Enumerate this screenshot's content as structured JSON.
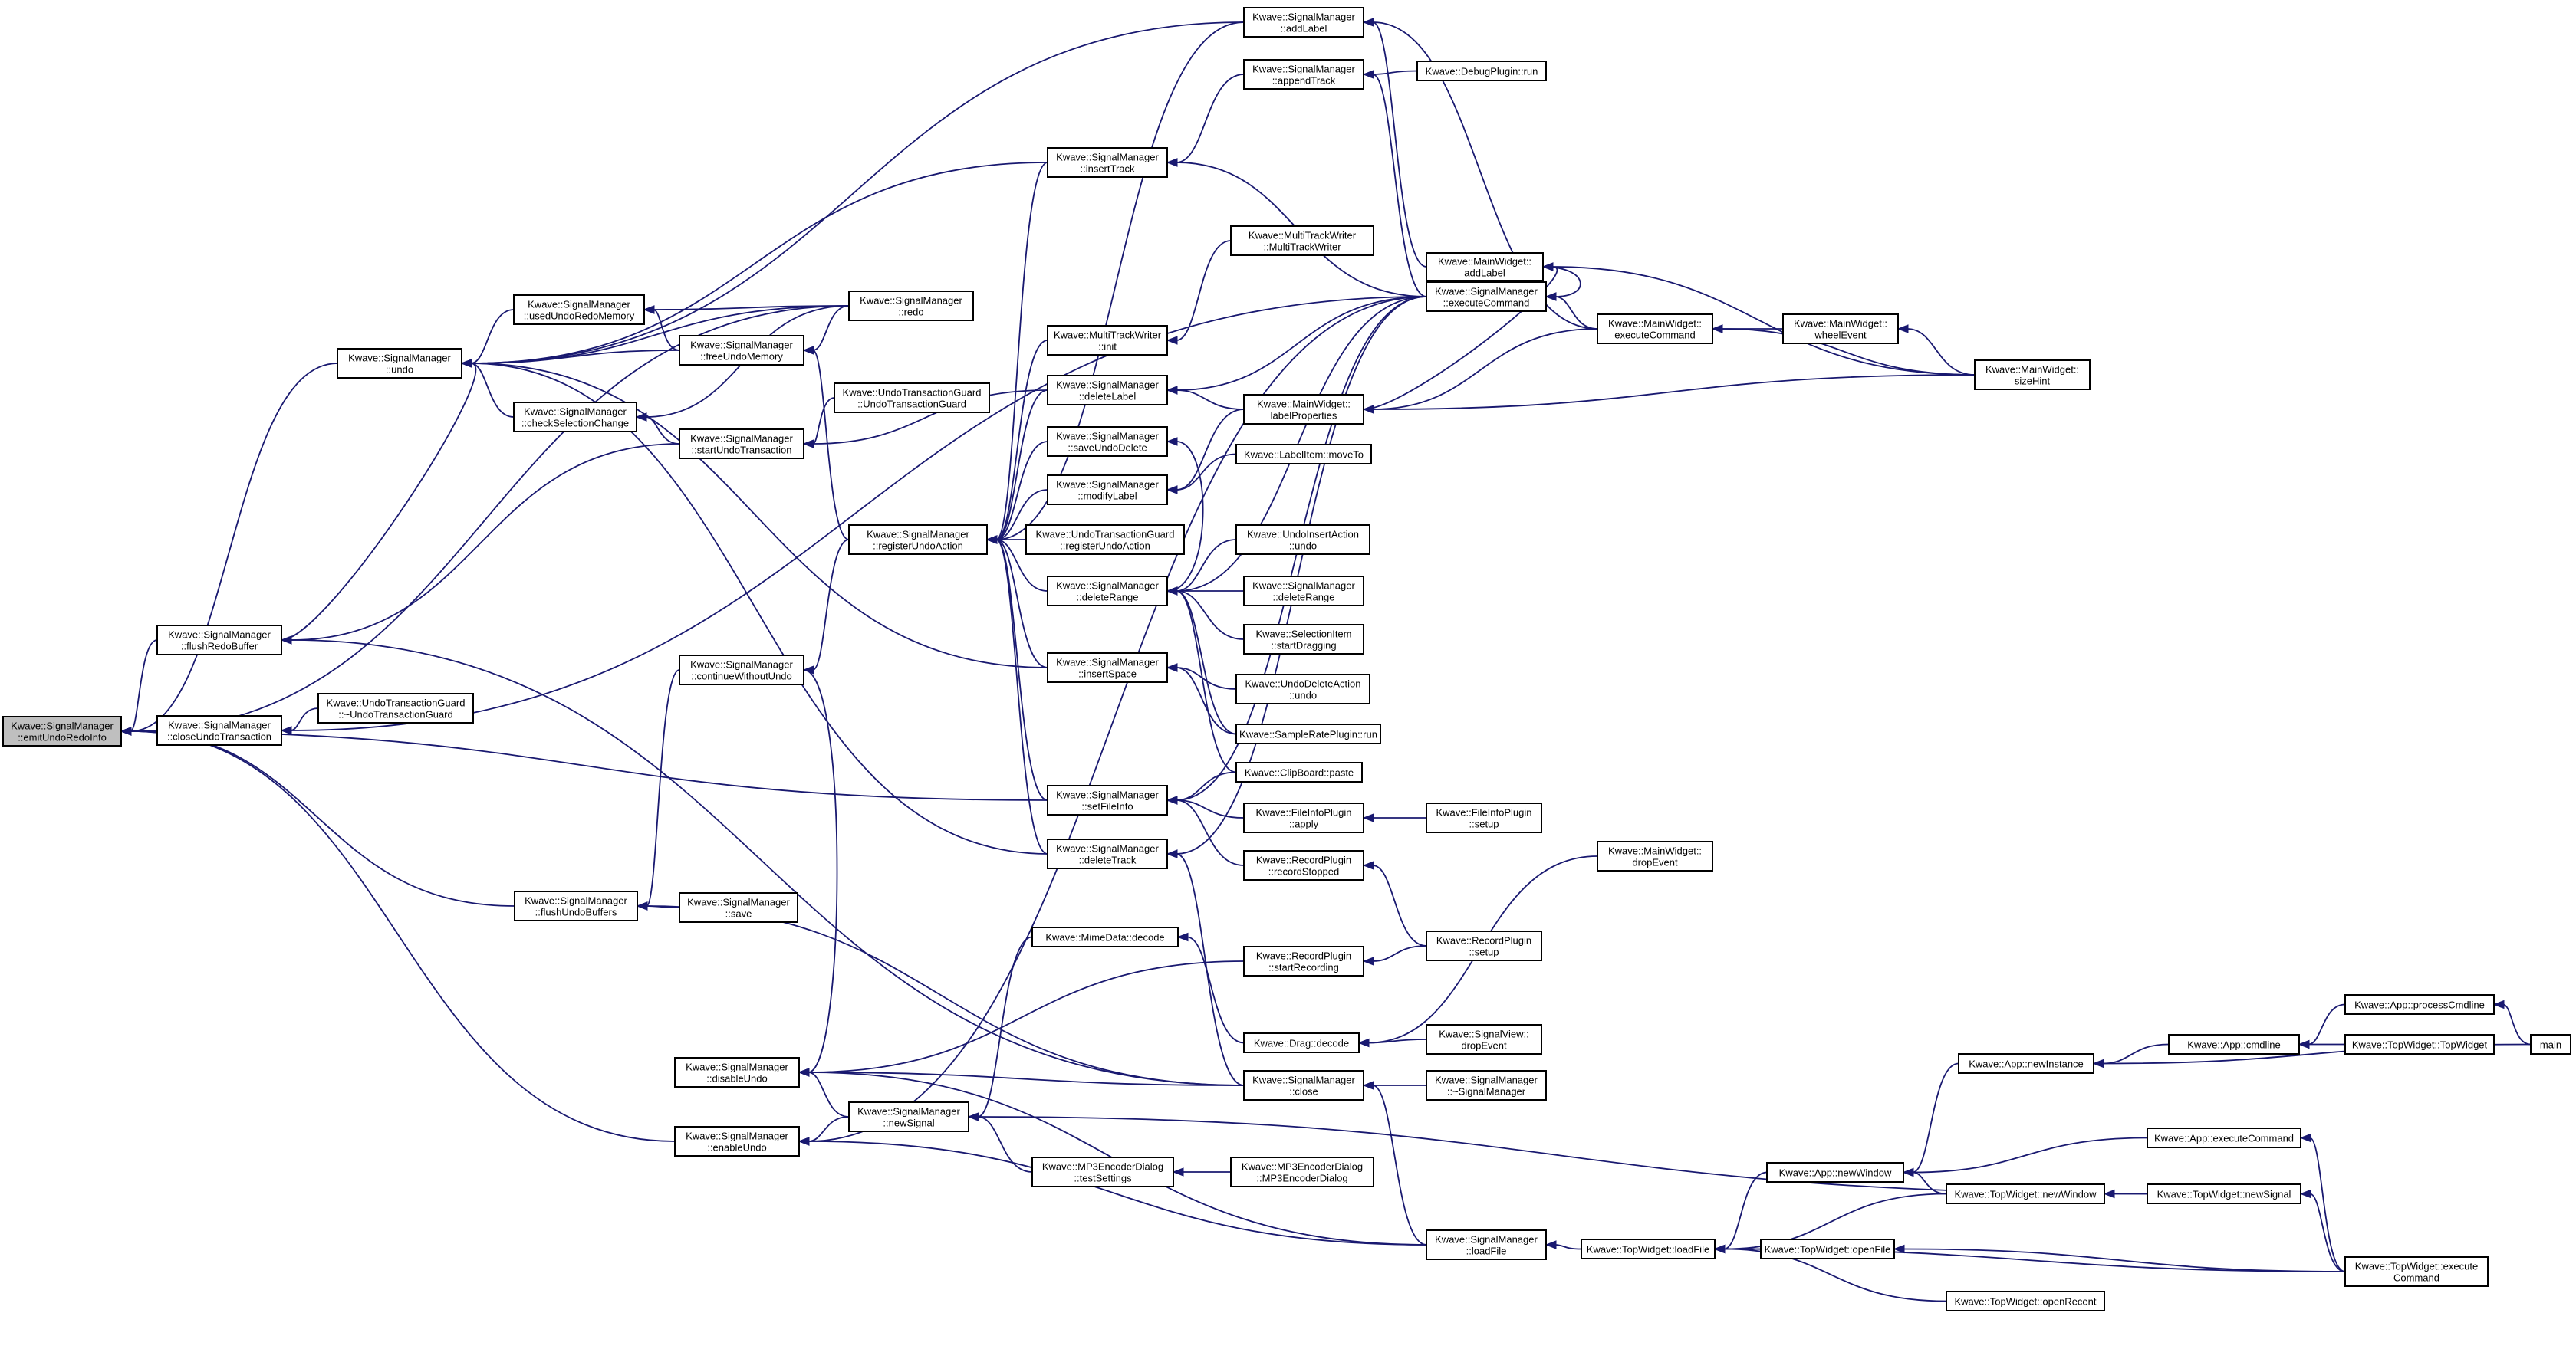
{
  "graph": {
    "edge_color": "#191970",
    "focus_fill": "#bfbfbf",
    "node_fill": "#ffffff",
    "arrow_direction": "caller-to-callee (arrowhead at callee)",
    "nodes": {
      "emit": {
        "lines": [
          "Kwave::SignalManager",
          "::emitUndoRedoInfo"
        ],
        "focus": true
      },
      "undo": {
        "lines": [
          "Kwave::SignalManager",
          "::undo"
        ]
      },
      "flushRedo": {
        "lines": [
          "Kwave::SignalManager",
          "::flushRedoBuffer"
        ]
      },
      "closeUT": {
        "lines": [
          "Kwave::SignalManager",
          "::closeUndoTransaction"
        ]
      },
      "flushUndo": {
        "lines": [
          "Kwave::SignalManager",
          "::flushUndoBuffers"
        ]
      },
      "disableUndo": {
        "lines": [
          "Kwave::SignalManager",
          "::disableUndo"
        ]
      },
      "enableUndo": {
        "lines": [
          "Kwave::SignalManager",
          "::enableUndo"
        ]
      },
      "usedURM": {
        "lines": [
          "Kwave::SignalManager",
          "::usedUndoRedoMemory"
        ]
      },
      "freeUM": {
        "lines": [
          "Kwave::SignalManager",
          "::freeUndoMemory"
        ]
      },
      "checkSel": {
        "lines": [
          "Kwave::SignalManager",
          "::checkSelectionChange"
        ]
      },
      "startUT": {
        "lines": [
          "Kwave::SignalManager",
          "::startUndoTransaction"
        ]
      },
      "contWU": {
        "lines": [
          "Kwave::SignalManager",
          "::continueWithoutUndo"
        ]
      },
      "utgDtor": {
        "lines": [
          "Kwave::UndoTransactionGuard",
          "::~UndoTransactionGuard"
        ]
      },
      "smSave": {
        "lines": [
          "Kwave::SignalManager",
          "::save"
        ]
      },
      "newSignal": {
        "lines": [
          "Kwave::SignalManager",
          "::newSignal"
        ]
      },
      "redo": {
        "lines": [
          "Kwave::SignalManager",
          "::redo"
        ]
      },
      "regUA": {
        "lines": [
          "Kwave::SignalManager",
          "::registerUndoAction"
        ]
      },
      "insertTrack": {
        "lines": [
          "Kwave::SignalManager",
          "::insertTrack"
        ]
      },
      "mtwInit": {
        "lines": [
          "Kwave::MultiTrackWriter",
          "::init"
        ]
      },
      "utgCtor": {
        "lines": [
          "Kwave::UndoTransactionGuard",
          "::UndoTransactionGuard"
        ]
      },
      "deleteLabel": {
        "lines": [
          "Kwave::SignalManager",
          "::deleteLabel"
        ]
      },
      "saveUD": {
        "lines": [
          "Kwave::SignalManager",
          "::saveUndoDelete"
        ]
      },
      "modifyLabel": {
        "lines": [
          "Kwave::SignalManager",
          "::modifyLabel"
        ]
      },
      "utgReg": {
        "lines": [
          "Kwave::UndoTransactionGuard",
          "::registerUndoAction"
        ]
      },
      "deleteRange": {
        "lines": [
          "Kwave::SignalManager",
          "::deleteRange"
        ]
      },
      "insertSpace": {
        "lines": [
          "Kwave::SignalManager",
          "::insertSpace"
        ]
      },
      "setFileInfo": {
        "lines": [
          "Kwave::SignalManager",
          "::setFileInfo"
        ]
      },
      "deleteTrack": {
        "lines": [
          "Kwave::SignalManager",
          "::deleteTrack"
        ]
      },
      "mimeDecode": {
        "lines": [
          "Kwave::MimeData::decode"
        ]
      },
      "mp3Test": {
        "lines": [
          "Kwave::MP3EncoderDialog",
          "::testSettings"
        ]
      },
      "addLabel": {
        "lines": [
          "Kwave::SignalManager",
          "::addLabel"
        ]
      },
      "appendTrack": {
        "lines": [
          "Kwave::SignalManager",
          "::appendTrack"
        ]
      },
      "mtwCtor": {
        "lines": [
          "Kwave::MultiTrackWriter",
          "::MultiTrackWriter"
        ]
      },
      "mwLabelProps": {
        "lines": [
          "Kwave::MainWidget::",
          "labelProperties"
        ]
      },
      "labelMoveTo": {
        "lines": [
          "Kwave::LabelItem::moveTo"
        ]
      },
      "uiaUndo": {
        "lines": [
          "Kwave::UndoInsertAction",
          "::undo"
        ]
      },
      "smDeleteRange2": {
        "lines": [
          "Kwave::SignalManager",
          "::deleteRange"
        ]
      },
      "selStartDrag": {
        "lines": [
          "Kwave::SelectionItem",
          "::startDragging"
        ]
      },
      "udaUndo": {
        "lines": [
          "Kwave::UndoDeleteAction",
          "::undo"
        ]
      },
      "srpRun": {
        "lines": [
          "Kwave::SampleRatePlugin::run"
        ]
      },
      "cbPaste": {
        "lines": [
          "Kwave::ClipBoard::paste"
        ]
      },
      "fipApply": {
        "lines": [
          "Kwave::FileInfoPlugin",
          "::apply"
        ]
      },
      "rpStopped": {
        "lines": [
          "Kwave::RecordPlugin",
          "::recordStopped"
        ]
      },
      "rpStart": {
        "lines": [
          "Kwave::RecordPlugin",
          "::startRecording"
        ]
      },
      "dragDecode": {
        "lines": [
          "Kwave::Drag::decode"
        ]
      },
      "smClose": {
        "lines": [
          "Kwave::SignalManager",
          "::close"
        ]
      },
      "mp3Ctor": {
        "lines": [
          "Kwave::MP3EncoderDialog",
          "::MP3EncoderDialog"
        ]
      },
      "dbgRun": {
        "lines": [
          "Kwave::DebugPlugin::run"
        ]
      },
      "mwAddLabel": {
        "lines": [
          "Kwave::MainWidget::",
          "addLabel"
        ]
      },
      "smExec": {
        "lines": [
          "Kwave::SignalManager",
          "::executeCommand"
        ]
      },
      "fipSetup": {
        "lines": [
          "Kwave::FileInfoPlugin",
          "::setup"
        ]
      },
      "rpSetup": {
        "lines": [
          "Kwave::RecordPlugin",
          "::setup"
        ]
      },
      "svDrop": {
        "lines": [
          "Kwave::SignalView::",
          "dropEvent"
        ]
      },
      "smDtor": {
        "lines": [
          "Kwave::SignalManager",
          "::~SignalManager"
        ]
      },
      "smLoadFile": {
        "lines": [
          "Kwave::SignalManager",
          "::loadFile"
        ]
      },
      "mwExec": {
        "lines": [
          "Kwave::MainWidget::",
          "executeCommand"
        ]
      },
      "mwDrop": {
        "lines": [
          "Kwave::MainWidget::",
          "dropEvent"
        ]
      },
      "tlLoadFile": {
        "lines": [
          "Kwave::TopWidget::loadFile"
        ]
      },
      "mwWheel": {
        "lines": [
          "Kwave::MainWidget::",
          "wheelEvent"
        ]
      },
      "mwSizeHint": {
        "lines": [
          "Kwave::MainWidget::",
          "sizeHint"
        ]
      },
      "appNewWin": {
        "lines": [
          "Kwave::App::newWindow"
        ]
      },
      "twOpenFile": {
        "lines": [
          "Kwave::TopWidget::openFile"
        ]
      },
      "appNewInst": {
        "lines": [
          "Kwave::App::newInstance"
        ]
      },
      "twNewWin": {
        "lines": [
          "Kwave::TopWidget::newWindow"
        ]
      },
      "twOpenRecent": {
        "lines": [
          "Kwave::TopWidget::openRecent"
        ]
      },
      "appCmdline": {
        "lines": [
          "Kwave::App::cmdline"
        ]
      },
      "appExec": {
        "lines": [
          "Kwave::App::executeCommand"
        ]
      },
      "twNewSignal": {
        "lines": [
          "Kwave::TopWidget::newSignal"
        ]
      },
      "appProcCmd": {
        "lines": [
          "Kwave::App::processCmdline"
        ]
      },
      "twCtor": {
        "lines": [
          "Kwave::TopWidget::TopWidget"
        ]
      },
      "twExec": {
        "lines": [
          "Kwave::TopWidget::execute",
          "Command"
        ]
      },
      "main": {
        "lines": [
          "main"
        ]
      }
    },
    "edges": [
      [
        "undo",
        "emit"
      ],
      [
        "flushRedo",
        "emit"
      ],
      [
        "closeUT",
        "emit"
      ],
      [
        "setFileInfo",
        "emit"
      ],
      [
        "flushUndo",
        "emit"
      ],
      [
        "enableUndo",
        "emit"
      ],
      [
        "redo",
        "emit"
      ],
      [
        "usedURM",
        "undo"
      ],
      [
        "freeUM",
        "undo"
      ],
      [
        "checkSel",
        "undo"
      ],
      [
        "flushRedo",
        "undo"
      ],
      [
        "redo",
        "undo"
      ],
      [
        "insertTrack",
        "undo"
      ],
      [
        "addLabel",
        "undo"
      ],
      [
        "insertSpace",
        "undo"
      ],
      [
        "deleteTrack",
        "undo"
      ],
      [
        "startUT",
        "flushRedo"
      ],
      [
        "smClose",
        "flushRedo"
      ],
      [
        "utgDtor",
        "closeUT"
      ],
      [
        "smExec",
        "closeUT"
      ],
      [
        "smSave",
        "flushUndo"
      ],
      [
        "smClose",
        "flushUndo"
      ],
      [
        "newSignal",
        "disableUndo"
      ],
      [
        "smClose",
        "disableUndo"
      ],
      [
        "smLoadFile",
        "disableUndo"
      ],
      [
        "rpStart",
        "disableUndo"
      ],
      [
        "newSignal",
        "enableUndo"
      ],
      [
        "smLoadFile",
        "enableUndo"
      ],
      [
        "smExec",
        "enableUndo"
      ],
      [
        "freeUM",
        "usedURM"
      ],
      [
        "redo",
        "usedURM"
      ],
      [
        "regUA",
        "freeUM"
      ],
      [
        "redo",
        "freeUM"
      ],
      [
        "startUT",
        "checkSel"
      ],
      [
        "redo",
        "checkSel"
      ],
      [
        "utgCtor",
        "startUT"
      ],
      [
        "deleteLabel",
        "startUT"
      ],
      [
        "contWU",
        "flushUndo"
      ],
      [
        "contWU",
        "disableUndo"
      ],
      [
        "regUA",
        "contWU"
      ],
      [
        "mimeDecode",
        "newSignal"
      ],
      [
        "mp3Test",
        "newSignal"
      ],
      [
        "twNewSignal",
        "newSignal"
      ],
      [
        "insertTrack",
        "regUA"
      ],
      [
        "mtwInit",
        "regUA"
      ],
      [
        "deleteLabel",
        "regUA"
      ],
      [
        "saveUD",
        "regUA"
      ],
      [
        "modifyLabel",
        "regUA"
      ],
      [
        "utgReg",
        "regUA"
      ],
      [
        "deleteRange",
        "regUA"
      ],
      [
        "insertSpace",
        "regUA"
      ],
      [
        "setFileInfo",
        "regUA"
      ],
      [
        "deleteTrack",
        "regUA"
      ],
      [
        "addLabel",
        "regUA"
      ],
      [
        "mtwCtor",
        "mtwInit"
      ],
      [
        "appendTrack",
        "insertTrack"
      ],
      [
        "smExec",
        "insertTrack"
      ],
      [
        "dbgRun",
        "appendTrack"
      ],
      [
        "smExec",
        "appendTrack"
      ],
      [
        "mwAddLabel",
        "addLabel"
      ],
      [
        "mwExec",
        "addLabel"
      ],
      [
        "mwLabelProps",
        "deleteLabel"
      ],
      [
        "smExec",
        "deleteLabel"
      ],
      [
        "deleteRange",
        "saveUD"
      ],
      [
        "mwLabelProps",
        "modifyLabel"
      ],
      [
        "labelMoveTo",
        "modifyLabel"
      ],
      [
        "uiaUndo",
        "deleteRange"
      ],
      [
        "smDeleteRange2",
        "deleteRange"
      ],
      [
        "selStartDrag",
        "deleteRange"
      ],
      [
        "srpRun",
        "deleteRange"
      ],
      [
        "cbPaste",
        "deleteRange"
      ],
      [
        "smExec",
        "deleteRange"
      ],
      [
        "udaUndo",
        "insertSpace"
      ],
      [
        "srpRun",
        "insertSpace"
      ],
      [
        "fipApply",
        "setFileInfo"
      ],
      [
        "rpStopped",
        "setFileInfo"
      ],
      [
        "cbPaste",
        "setFileInfo"
      ],
      [
        "smExec",
        "setFileInfo"
      ],
      [
        "smClose",
        "deleteTrack"
      ],
      [
        "smExec",
        "deleteTrack"
      ],
      [
        "dragDecode",
        "mimeDecode"
      ],
      [
        "mp3Ctor",
        "mp3Test"
      ],
      [
        "fipSetup",
        "fipApply"
      ],
      [
        "rpSetup",
        "rpStopped"
      ],
      [
        "rpSetup",
        "rpStart"
      ],
      [
        "svDrop",
        "dragDecode"
      ],
      [
        "mwDrop",
        "dragDecode"
      ],
      [
        "smDtor",
        "smClose"
      ],
      [
        "smLoadFile",
        "smClose"
      ],
      [
        "tlLoadFile",
        "smLoadFile"
      ],
      [
        "mwAddLabel",
        "smExec"
      ],
      [
        "mwExec",
        "smExec"
      ],
      [
        "mwLabelProps",
        "mwAddLabel"
      ],
      [
        "mwSizeHint",
        "mwAddLabel"
      ],
      [
        "mwExec",
        "mwLabelProps"
      ],
      [
        "mwSizeHint",
        "mwLabelProps"
      ],
      [
        "mwWheel",
        "mwExec"
      ],
      [
        "mwSizeHint",
        "mwExec"
      ],
      [
        "mwSizeHint",
        "mwWheel"
      ],
      [
        "appNewWin",
        "tlLoadFile"
      ],
      [
        "twOpenFile",
        "tlLoadFile"
      ],
      [
        "twNewWin",
        "tlLoadFile"
      ],
      [
        "twOpenRecent",
        "tlLoadFile"
      ],
      [
        "twExec",
        "tlLoadFile"
      ],
      [
        "appNewInst",
        "appNewWin"
      ],
      [
        "twNewWin",
        "appNewWin"
      ],
      [
        "appExec",
        "appNewWin"
      ],
      [
        "twExec",
        "twOpenFile"
      ],
      [
        "appCmdline",
        "appNewInst"
      ],
      [
        "main",
        "appNewInst"
      ],
      [
        "twNewSignal",
        "twNewWin"
      ],
      [
        "appProcCmd",
        "appCmdline"
      ],
      [
        "twCtor",
        "appCmdline"
      ],
      [
        "main",
        "appProcCmd"
      ],
      [
        "twExec",
        "appExec"
      ],
      [
        "twExec",
        "twNewSignal"
      ]
    ]
  }
}
